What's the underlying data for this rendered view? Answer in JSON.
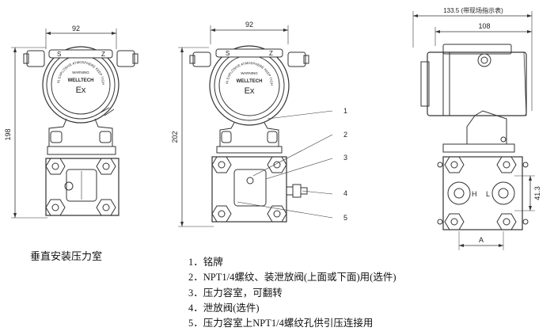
{
  "view1": {
    "dim_width": "92",
    "dim_height": "198",
    "caption": "垂直安装压力室"
  },
  "view2": {
    "dim_width": "92",
    "dim_height": "202",
    "callouts": [
      "1",
      "2",
      "3",
      "4",
      "5"
    ]
  },
  "view3": {
    "dim_total": "133.5 (带现场指示表)",
    "dim_body": "108",
    "dim_ports": "41.3",
    "label_A": "A",
    "label_H": "H",
    "label_L": "L"
  },
  "head_markings": {
    "brand": "WELLTECH",
    "ex": "Ex",
    "S": "S",
    "Z": "Z",
    "ring_text": "IN EXPLOSIVE ATMOSPHERE KEEP TIGHT WHEN CIRCUIT ALIVE",
    "warning": "WARNING"
  },
  "legend": [
    "1．铭牌",
    "2．NPT1/4螺纹、装泄放阀(上面或下面)用(选件)",
    "3．压力容室，可翻转",
    "4．泄放阀(选件)",
    "5．压力容室上NPT1/4螺纹孔供引压连接用"
  ]
}
